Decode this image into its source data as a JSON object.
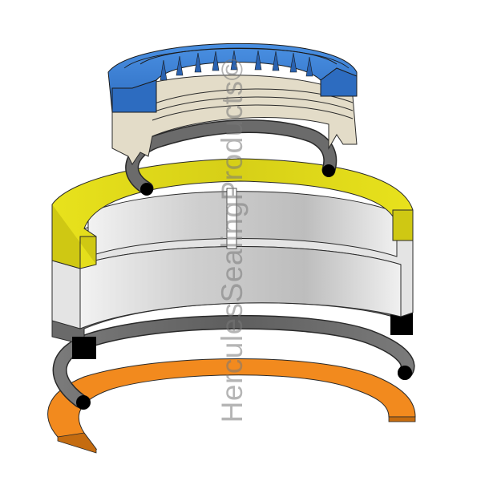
{
  "image": {
    "subject": "Exploded view of a piston seal kit",
    "watermark": "HerculesSealingProducts©"
  },
  "parts": [
    {
      "id": "wiper",
      "label": "Blue wiper seal with inner teeth",
      "color": "#3a7fd5"
    },
    {
      "id": "seal-body",
      "label": "Beige seal body",
      "color": "#e3dcc8"
    },
    {
      "id": "upper-o-ring",
      "label": "Gray O-ring (upper)",
      "color": "#6b6b6b"
    },
    {
      "id": "wear-band-top",
      "label": "Yellow wear band",
      "color": "#e6e01a"
    },
    {
      "id": "center-ring",
      "label": "White/gray center ring",
      "color": "#d8d8d8"
    },
    {
      "id": "square-ring",
      "label": "Gray square-section ring",
      "color": "#6a6a6a"
    },
    {
      "id": "lower-o-ring",
      "label": "Gray O-ring (lower)",
      "color": "#6b6b6b"
    },
    {
      "id": "backup-ring",
      "label": "Orange backup ring",
      "color": "#f28a1e"
    }
  ]
}
